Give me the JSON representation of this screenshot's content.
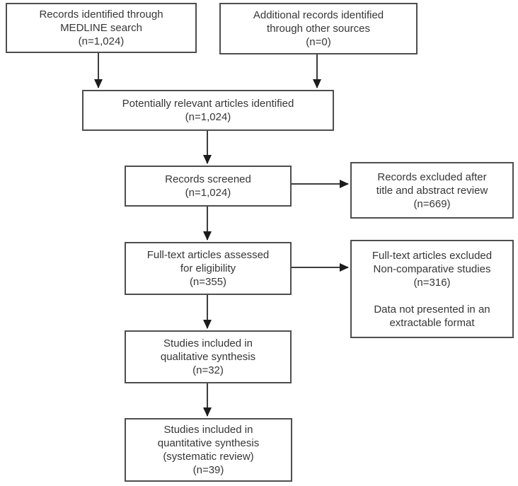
{
  "diagram_type": "study-selection-flowchart",
  "colors": {
    "background": "#ffffff",
    "box_border": "#4e4e4e",
    "text": "#363636",
    "arrow_line": "#3d3d3d",
    "arrowhead": "#1c1c1c"
  },
  "boxes": {
    "medline": {
      "lines": [
        "Records identified through",
        "MEDLINE search",
        "(n=1,024)"
      ]
    },
    "other_sources": {
      "lines": [
        "Additional records identified",
        "through other sources",
        "(n=0)"
      ]
    },
    "identified": {
      "lines": [
        "Potentially relevant articles identified",
        "(n=1,024)"
      ]
    },
    "screened": {
      "lines": [
        "Records screened",
        "(n=1,024)"
      ]
    },
    "excluded_title_abstract": {
      "lines": [
        "Records excluded after",
        "title and abstract review",
        "(n=669)"
      ]
    },
    "fulltext_assessed": {
      "lines": [
        "Full-text articles assessed",
        "for eligibility",
        "(n=355)"
      ]
    },
    "fulltext_excluded": {
      "lines": [
        "Full-text articles excluded",
        "Non-comparative studies",
        "(n=316)",
        "",
        "Data not presented in an",
        "extractable format"
      ]
    },
    "qualitative": {
      "lines": [
        "Studies included in",
        "qualitative synthesis",
        "(n=32)"
      ]
    },
    "quantitative": {
      "lines": [
        "Studies included in",
        "quantitative synthesis",
        "(systematic review)",
        "(n=39)"
      ]
    }
  }
}
